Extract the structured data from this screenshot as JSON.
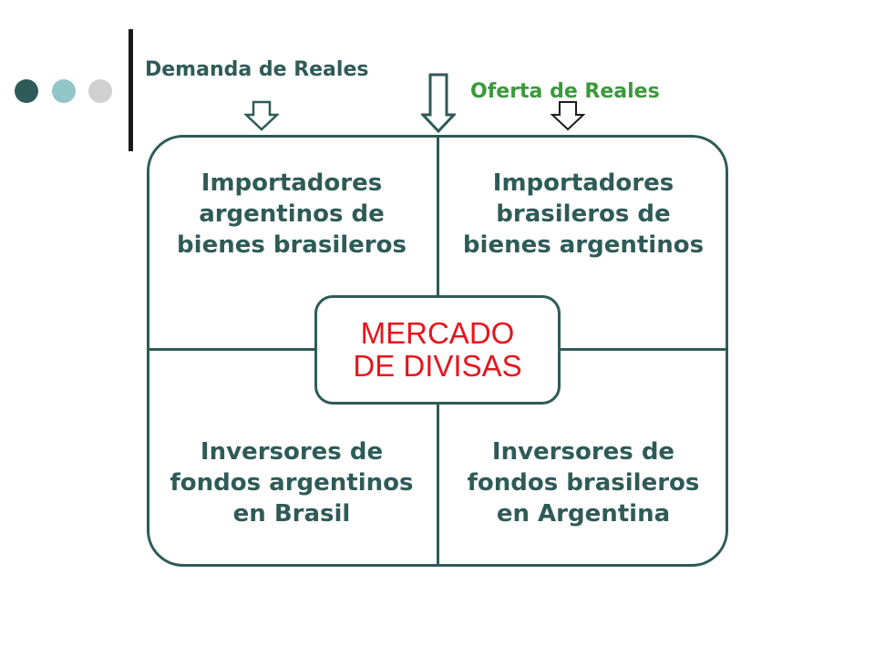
{
  "decor": {
    "dots": [
      {
        "name": "dot-dark-icon",
        "color": "#2e5b57"
      },
      {
        "name": "dot-teal-icon",
        "color": "#93c6c8"
      },
      {
        "name": "dot-gray-icon",
        "color": "#d0d0d0"
      }
    ]
  },
  "labels": {
    "demand": "Demanda de Reales",
    "supply": "Oferta de Reales"
  },
  "colors": {
    "frame": "#2e5b57",
    "quadrant_text": "#2e5b57",
    "center_text": "#e8141c",
    "demand_label": "#2e5b57",
    "supply_label": "#3a9a3a"
  },
  "quadrants": {
    "top_left": "Importadores\nargentinos de\nbienes brasileros",
    "top_right": "Importadores\nbrasileros de\nbienes argentinos",
    "bottom_left": "Inversores de\nfondos argentinos\nen Brasil",
    "bottom_right": "Inversores de\nfondos brasileros\nen Argentina"
  },
  "center": "MERCADO\nDE DIVISAS"
}
